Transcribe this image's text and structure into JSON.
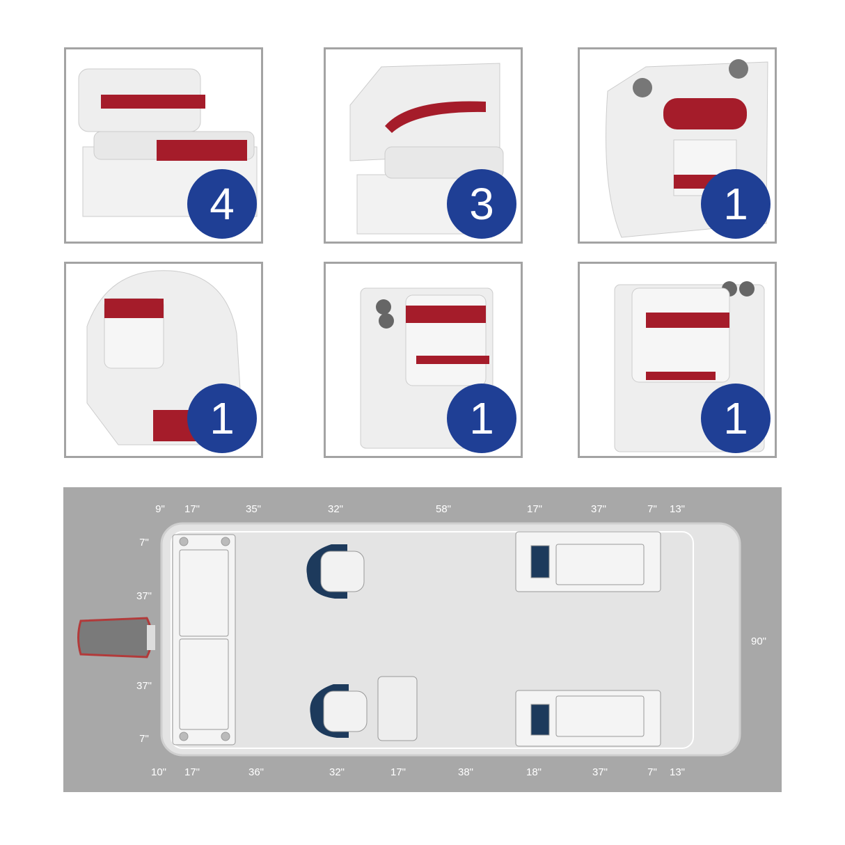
{
  "colors": {
    "badge": "#1f3f95",
    "accent_red": "#a51c2a",
    "panel": "#a8a8a8",
    "deck": "#e4e4e4",
    "navy": "#1d3a5c"
  },
  "products": [
    {
      "name": "bench-seat",
      "quantity": "4"
    },
    {
      "name": "corner-seat",
      "quantity": "3"
    },
    {
      "name": "side-console",
      "quantity": "1"
    },
    {
      "name": "captain-chair",
      "quantity": "1"
    },
    {
      "name": "lounge-left",
      "quantity": "1"
    },
    {
      "name": "lounge-right",
      "quantity": "1"
    }
  ],
  "layout": {
    "top_dimensions": [
      "9\"",
      "17\"",
      "35\"",
      "32\"",
      "58\"",
      "17\"",
      "37\"",
      "7\"",
      "13\""
    ],
    "bottom_dimensions": [
      "10\"",
      "17\"",
      "36\"",
      "32\"",
      "17\"",
      "38\"",
      "18\"",
      "37\"",
      "7\"",
      "13\""
    ],
    "left_dimensions": [
      "7\"",
      "37\"",
      "37\"",
      "7\""
    ],
    "right_dimension": "90\""
  }
}
